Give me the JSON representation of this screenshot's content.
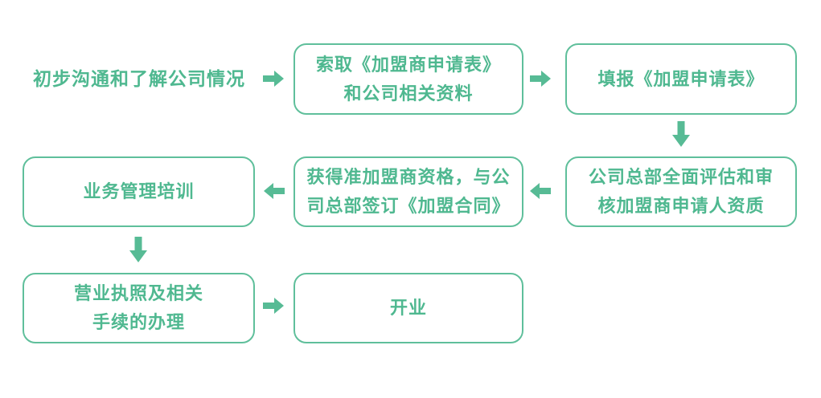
{
  "colors": {
    "accent": "#57BB95",
    "border": "#5FBF9B",
    "text": "#4FB890",
    "background": "#FFFFFF"
  },
  "flowchart": {
    "description": "franchise application process flow",
    "steps": {
      "step1": {
        "label": "初步沟通和了解公司情况"
      },
      "step2": {
        "line1": "索取《加盟商申请表》",
        "line2": "和公司相关资料"
      },
      "step3": {
        "label": "填报《加盟申请表》"
      },
      "step4": {
        "line1": "公司总部全面评估和审",
        "line2": "核加盟商申请人资质"
      },
      "step5": {
        "line1": "获得准加盟商资格，与公",
        "line2": "司总部签订《加盟合同》"
      },
      "step6": {
        "label": "业务管理培训"
      },
      "step7": {
        "line1": "营业执照及相关",
        "line2": "手续的办理"
      },
      "step8": {
        "label": "开业"
      }
    },
    "connectors": [
      "step1-right-step2",
      "step2-right-step3",
      "step3-down-step4",
      "step4-left-step5",
      "step5-left-step6",
      "step6-down-step7",
      "step7-right-step8"
    ]
  }
}
